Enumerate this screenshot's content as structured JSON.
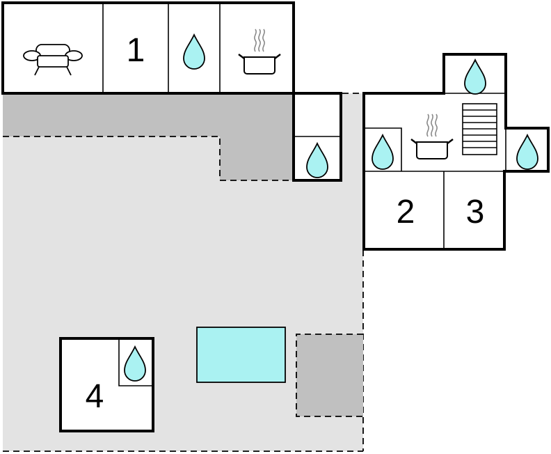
{
  "rooms": {
    "bedroom_1": {
      "label": "1"
    },
    "bedroom_2": {
      "label": "2"
    },
    "bedroom_3": {
      "label": "3"
    },
    "bedroom_4": {
      "label": "4"
    }
  },
  "icons": {
    "water": "water-drop-icon",
    "kitchen": "cooking-pot-icon",
    "living": "sofa-icon",
    "stairs": "stairs-icon"
  },
  "colors": {
    "terrace": "#e3e3e3",
    "covered_terrace": "#c0c0c0",
    "water": "#aaf2f2",
    "pool": "#aaf2f2",
    "wall": "#000000"
  }
}
